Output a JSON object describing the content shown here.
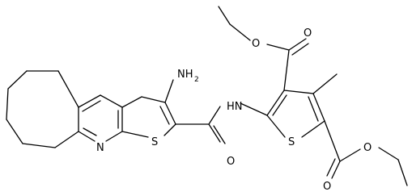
{
  "molecule": {
    "atom_labels": {
      "amine": "NH",
      "amine_h_count": "2",
      "amide_nh": "HN",
      "pyridine_n": "N",
      "thiophene_s_left": "S",
      "thiophene_s_right": "S",
      "amide_o": "O",
      "ester_top_o_ether": "O",
      "ester_top_o_carbonyl": "O",
      "ester_bottom_o_ether": "O",
      "ester_bottom_o_carbonyl": "O"
    },
    "colors": {
      "bond": "#000000",
      "label": "#000000",
      "background": "#ffffff"
    }
  }
}
